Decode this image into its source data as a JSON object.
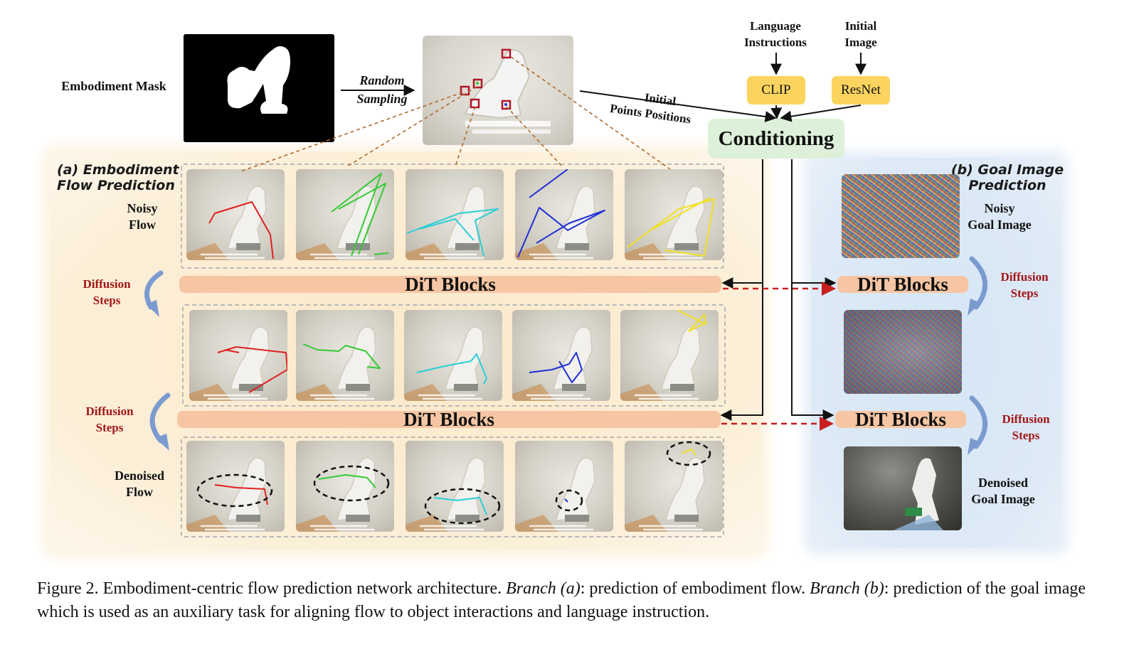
{
  "top": {
    "embodiment_mask_label": "Embodiment Mask",
    "random_sampling": [
      "Random",
      "Sampling"
    ],
    "initial_points": [
      "Initial",
      "Points Positions"
    ],
    "language_instructions": [
      "Language",
      "Instructions"
    ],
    "initial_image": [
      "Initial",
      "Image"
    ],
    "clip_label": "CLIP",
    "resnet_label": "ResNet",
    "conditioning_label": "Conditioning"
  },
  "branch_a": {
    "title": [
      "(a) Embodiment",
      "Flow Prediction"
    ],
    "noisy_flow": [
      "Noisy",
      "Flow"
    ],
    "diffusion_steps": [
      "Diffusion",
      "Steps"
    ],
    "denoised_flow": [
      "Denoised",
      "Flow"
    ],
    "dit_label": "DiT Blocks"
  },
  "branch_b": {
    "title": [
      "(b) Goal Image",
      "Prediction"
    ],
    "noisy_goal": [
      "Noisy",
      "Goal Image"
    ],
    "diffusion_steps": [
      "Diffusion",
      "Steps"
    ],
    "denoised_goal": [
      "Denoised",
      "Goal Image"
    ],
    "dit_label": "DiT Blocks"
  },
  "colors": {
    "flow_colors": [
      "#e02020",
      "#35c935",
      "#29cfd6",
      "#1f2fd6",
      "#f0e020"
    ],
    "dit_fill": "#f6c6a4",
    "conditioning_fill": "#ddf0d9",
    "encoder_fill": "#fbd45f",
    "label_red": "#a11616",
    "arrow_dashed_red": "#c81e1e"
  },
  "caption": {
    "figure_number": "Figure 2.",
    "part1": " Embodiment-centric flow prediction network architecture. ",
    "branch_a": "Branch (a)",
    "part2": ": prediction of embodiment flow. ",
    "branch_b": "Branch (b)",
    "part3": ": prediction of the goal image which is used as an auxiliary task for aligning flow to object interactions and language instruction."
  }
}
